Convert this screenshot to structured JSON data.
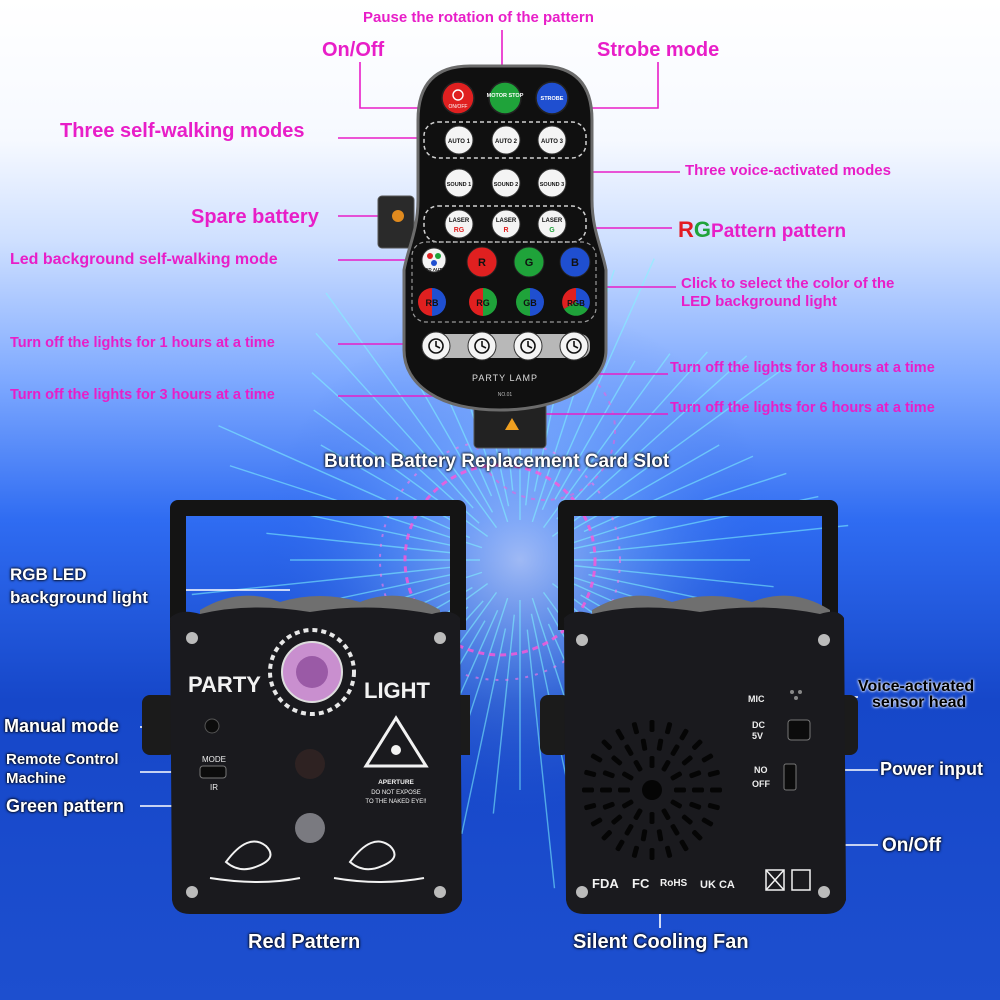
{
  "palette": {
    "accent_magenta": "#e81ec8",
    "remote_body": "#111111",
    "device_body": "#1a1a1e",
    "background_blue": "#1f55d6"
  },
  "remote": {
    "brand": "PARTY LAMP",
    "model": "NO.01",
    "row1": [
      {
        "label": "ON/OFF",
        "color": "#e02020"
      },
      {
        "label": "MOTOR STOP",
        "color": "#1fa33a"
      },
      {
        "label": "STROBE",
        "color": "#1f4fd0"
      }
    ],
    "auto_buttons": [
      "AUTO 1",
      "AUTO 2",
      "AUTO 3"
    ],
    "sound_buttons": [
      "SOUND 1",
      "SOUND 2",
      "SOUND 3"
    ],
    "laser_buttons": [
      {
        "label": "LASER",
        "sub": "RG"
      },
      {
        "label": "LASER",
        "sub": "R"
      },
      {
        "label": "LASER",
        "sub": "G"
      }
    ],
    "led_auto_label": "LED AUTO",
    "rgb_row1": [
      {
        "letter": "R",
        "color": "#e02020"
      },
      {
        "letter": "G",
        "color": "#1fa33a"
      },
      {
        "letter": "B",
        "color": "#1f4fd0"
      }
    ],
    "rgb_row2": [
      {
        "letters": "RB"
      },
      {
        "letters": "RG"
      },
      {
        "letters": "GB"
      },
      {
        "letters": "RGB"
      }
    ],
    "timer_icon": "clock-icon"
  },
  "callouts": {
    "pause": "Pause the rotation of the pattern",
    "on_off_top": "On/Off",
    "strobe": "Strobe mode",
    "self_walking": "Three self-walking modes",
    "voice_modes": "Three voice-activated modes",
    "spare_battery": "Spare battery",
    "rg_prefix_r": "R",
    "rg_prefix_g": "G",
    "rg_pattern": "Pattern pattern",
    "led_self_walking": "Led background self-walking mode",
    "click_select_1": "Click to select the color of the",
    "click_select_2": "LED background light",
    "off_1h": "Turn off the lights for 1 hours at a time",
    "off_8h": "Turn off the lights for 8 hours at a time",
    "off_3h": "Turn off the lights for 3 hours at a time",
    "off_6h": "Turn off the lights for 6 hours at a time",
    "battery_slot": "Button Battery Replacement Card Slot",
    "rgb_led_1": "RGB LED",
    "rgb_led_2": "background light",
    "manual_mode": "Manual mode",
    "remote_machine_1": "Remote Control",
    "remote_machine_2": "Machine",
    "green_pattern": "Green pattern",
    "red_pattern": "Red Pattern",
    "silent_fan": "Silent Cooling Fan",
    "voice_sensor_1": "Voice-activated",
    "voice_sensor_2": "sensor head",
    "power_input": "Power input",
    "on_off_bottom": "On/Off"
  },
  "left_device": {
    "text_left": "PARTY",
    "text_right": "LIGHT",
    "mode_label": "MODE",
    "ir_label": "IR",
    "warning_1": "APERTURE",
    "warning_2": "DO NOT EXPOSE",
    "warning_3": "TO THE NAKED EYE!!"
  },
  "right_device": {
    "mic": "MIC",
    "dc_1": "DC",
    "dc_2": "5V",
    "no": "NO",
    "off": "OFF",
    "certifications": [
      "FDA",
      "FC",
      "RoHS",
      "UK CA"
    ]
  }
}
